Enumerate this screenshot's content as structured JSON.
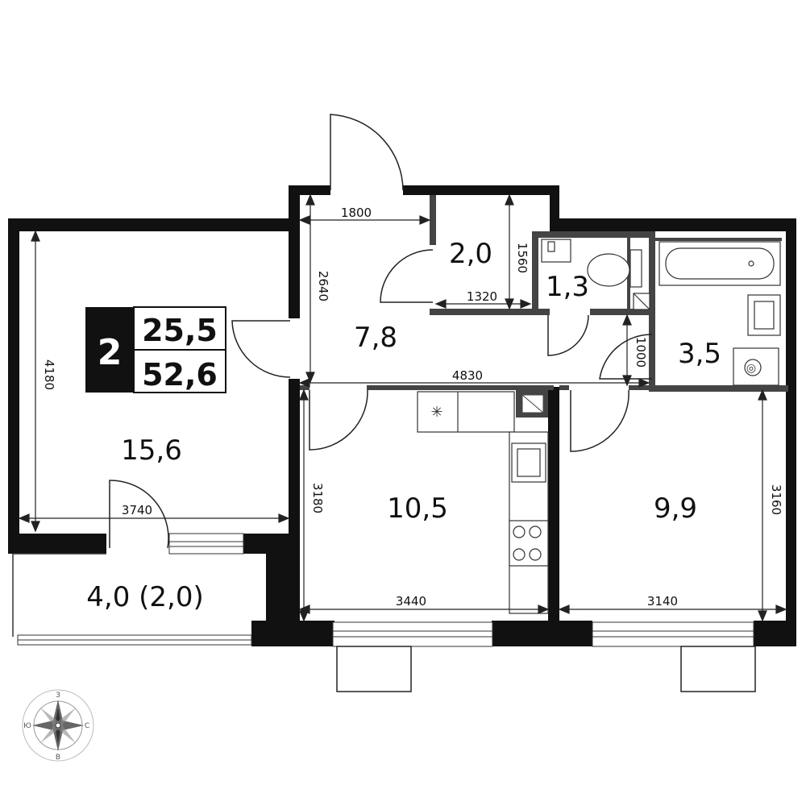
{
  "summary": {
    "rooms": "2",
    "living_area": "25,5",
    "total_area": "52,6"
  },
  "rooms": {
    "living_room": "15,6",
    "hall": "7,8",
    "closet": "2,0",
    "toilet": "1,3",
    "bathroom": "3,5",
    "kitchen": "10,5",
    "bedroom": "9,9",
    "balcony": "4,0 (2,0)"
  },
  "dimensions": {
    "living_height": "4180",
    "living_width": "3740",
    "hall_width": "1800",
    "hall_height": "2640",
    "closet_height": "1560",
    "closet_width": "1320",
    "corridor_width": "4830",
    "bath_door": "1000",
    "kitchen_height": "3180",
    "kitchen_width": "3440",
    "bedroom_height": "3160",
    "bedroom_width": "3140"
  },
  "compass": {
    "north": "З",
    "south": "В",
    "west": "Ю",
    "east": "С"
  }
}
